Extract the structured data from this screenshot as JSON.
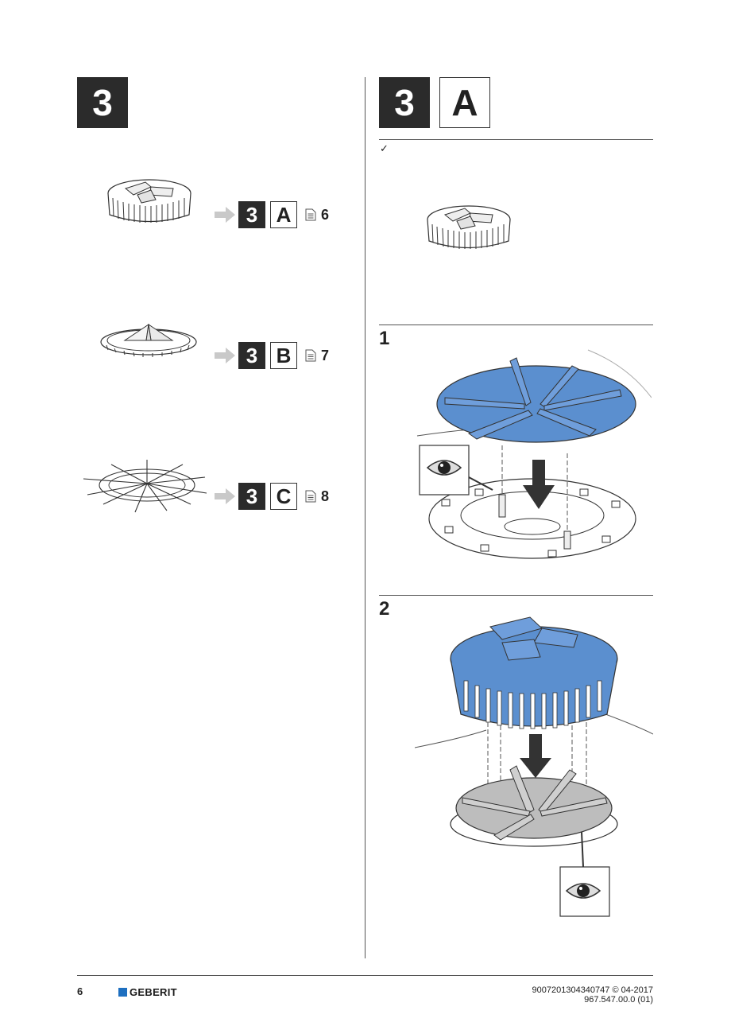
{
  "left": {
    "section_number": "3",
    "variants": [
      {
        "number": "3",
        "letter": "A",
        "page": "6",
        "doc_icon": "document-icon",
        "arrow_icon": "arrow-right-icon"
      },
      {
        "number": "3",
        "letter": "B",
        "page": "7",
        "doc_icon": "document-icon",
        "arrow_icon": "arrow-right-icon"
      },
      {
        "number": "3",
        "letter": "C",
        "page": "8",
        "doc_icon": "document-icon",
        "arrow_icon": "arrow-right-icon"
      }
    ]
  },
  "right": {
    "section_number": "3",
    "section_letter": "A",
    "check_mark": "✓",
    "steps": [
      {
        "number": "1",
        "icon": "eye-icon"
      },
      {
        "number": "2",
        "icon": "eye-icon"
      }
    ]
  },
  "colors": {
    "accent_blue": "#5b8fcf",
    "dark_box": "#2b2b2b",
    "gray_part": "#bdbdbd",
    "brand_blue": "#1e6fc0"
  },
  "footer": {
    "page_number": "6",
    "brand": "GEBERIT",
    "doc_code": "9007201304340747 © 04-2017",
    "doc_version": "967.547.00.0 (01)"
  }
}
